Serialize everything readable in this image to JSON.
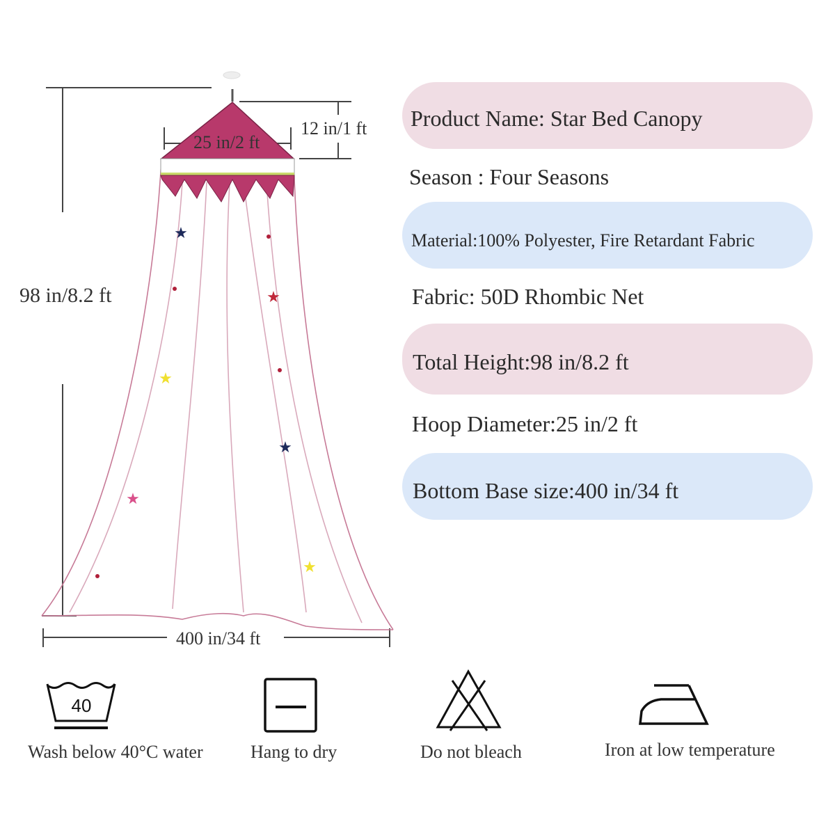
{
  "specs": {
    "product_name": "Product Name: Star Bed Canopy",
    "season": "Season : Four Seasons",
    "material": "Material:100% Polyester, Fire Retardant Fabric",
    "fabric": "Fabric: 50D Rhombic Net",
    "total_height": "Total Height:98 in/8.2 ft",
    "hoop_diameter": "Hoop Diameter:25 in/2 ft",
    "bottom_base": "Bottom Base size:400 in/34 ft"
  },
  "dimensions": {
    "height": "98 in/8.2 ft",
    "hoop": "25 in/2 ft",
    "top": "12 in/1 ft",
    "base": "400 in/34 ft"
  },
  "care": [
    {
      "icon": "wash-40-icon",
      "label": "Wash below 40°C water",
      "number": "40"
    },
    {
      "icon": "hang-dry-icon",
      "label": "Hang to dry"
    },
    {
      "icon": "do-not-bleach-icon",
      "label": "Do not bleach"
    },
    {
      "icon": "iron-low-icon",
      "label": "Iron at low temperature"
    }
  ],
  "colors": {
    "canopy": "#b8396b",
    "pink_pill": "#f0dde4",
    "blue_pill": "#dbe8f9"
  }
}
